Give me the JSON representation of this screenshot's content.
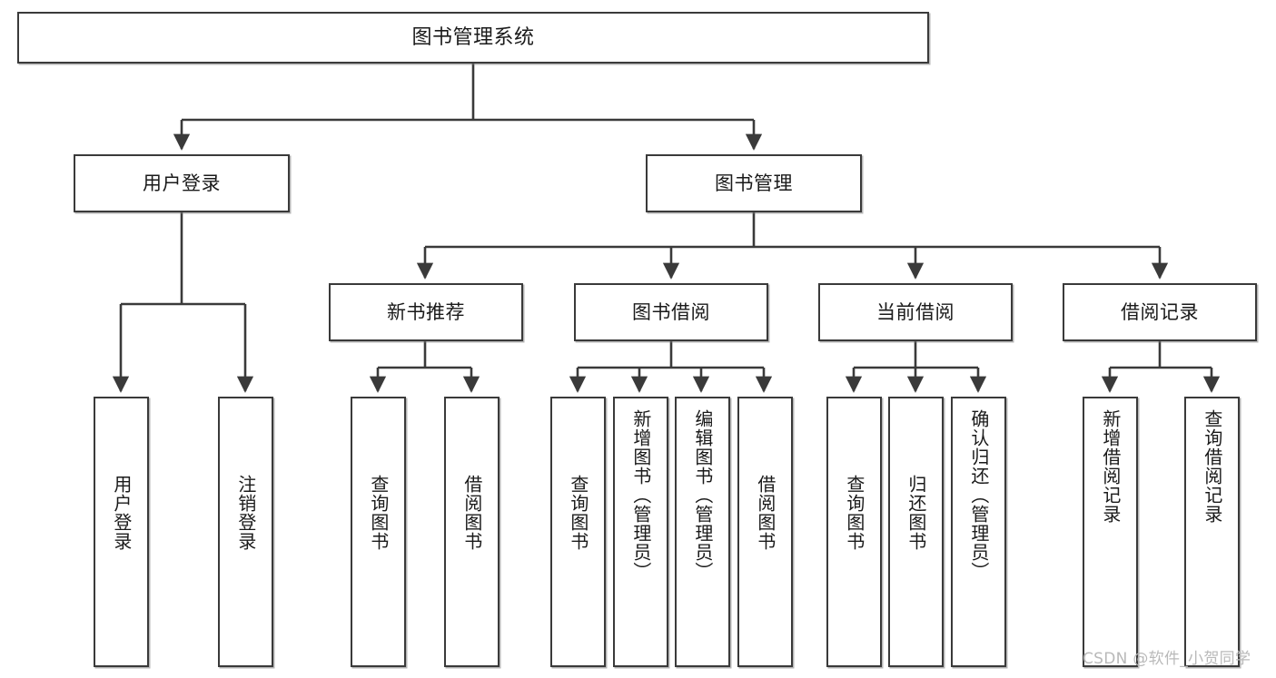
{
  "diagram": {
    "title": "图书管理系统",
    "type": "tree-hierarchy",
    "watermark": "CSDN @软件_小贺同学",
    "stroke_color": "#3a3a3a",
    "fill_color": "#ffffff",
    "text_color": "#1a1a1a",
    "watermark_color": "#b9b9b9"
  },
  "nodes": {
    "root": {
      "label": "图书管理系统",
      "level": 1
    },
    "level2": [
      {
        "id": "user_login",
        "label": "用户登录",
        "level": 2
      },
      {
        "id": "book_mgmt",
        "label": "图书管理",
        "level": 2
      }
    ],
    "level3": [
      {
        "id": "new_book_rec",
        "label": "新书推荐",
        "level": 3,
        "parent": "book_mgmt"
      },
      {
        "id": "book_borrow",
        "label": "图书借阅",
        "level": 3,
        "parent": "book_mgmt"
      },
      {
        "id": "current_borrow",
        "label": "当前借阅",
        "level": 3,
        "parent": "book_mgmt"
      },
      {
        "id": "borrow_record",
        "label": "借阅记录",
        "level": 3,
        "parent": "book_mgmt"
      }
    ],
    "leaves": [
      {
        "id": "leaf_user_login",
        "label": "用户登录",
        "parent": "user_login"
      },
      {
        "id": "leaf_user_logout",
        "label": "注销登录",
        "parent": "user_login"
      },
      {
        "id": "leaf_query_book_1",
        "label": "查询图书",
        "parent": "new_book_rec"
      },
      {
        "id": "leaf_borrow_book_1",
        "label": "借阅图书",
        "parent": "new_book_rec"
      },
      {
        "id": "leaf_query_book_2",
        "label": "查询图书",
        "parent": "book_borrow"
      },
      {
        "id": "leaf_add_book",
        "label": "新增图书（管理员）",
        "parent": "book_borrow"
      },
      {
        "id": "leaf_edit_book",
        "label": "编辑图书（管理员）",
        "parent": "book_borrow"
      },
      {
        "id": "leaf_borrow_book_2",
        "label": "借阅图书",
        "parent": "book_borrow"
      },
      {
        "id": "leaf_query_book_3",
        "label": "查询图书",
        "parent": "current_borrow"
      },
      {
        "id": "leaf_return_book",
        "label": "归还图书",
        "parent": "current_borrow"
      },
      {
        "id": "leaf_confirm_return",
        "label": "确认归还（管理员）",
        "parent": "current_borrow"
      },
      {
        "id": "leaf_add_record",
        "label": "新增借阅记录",
        "parent": "borrow_record"
      },
      {
        "id": "leaf_query_record",
        "label": "查询借阅记录",
        "parent": "borrow_record"
      }
    ]
  }
}
